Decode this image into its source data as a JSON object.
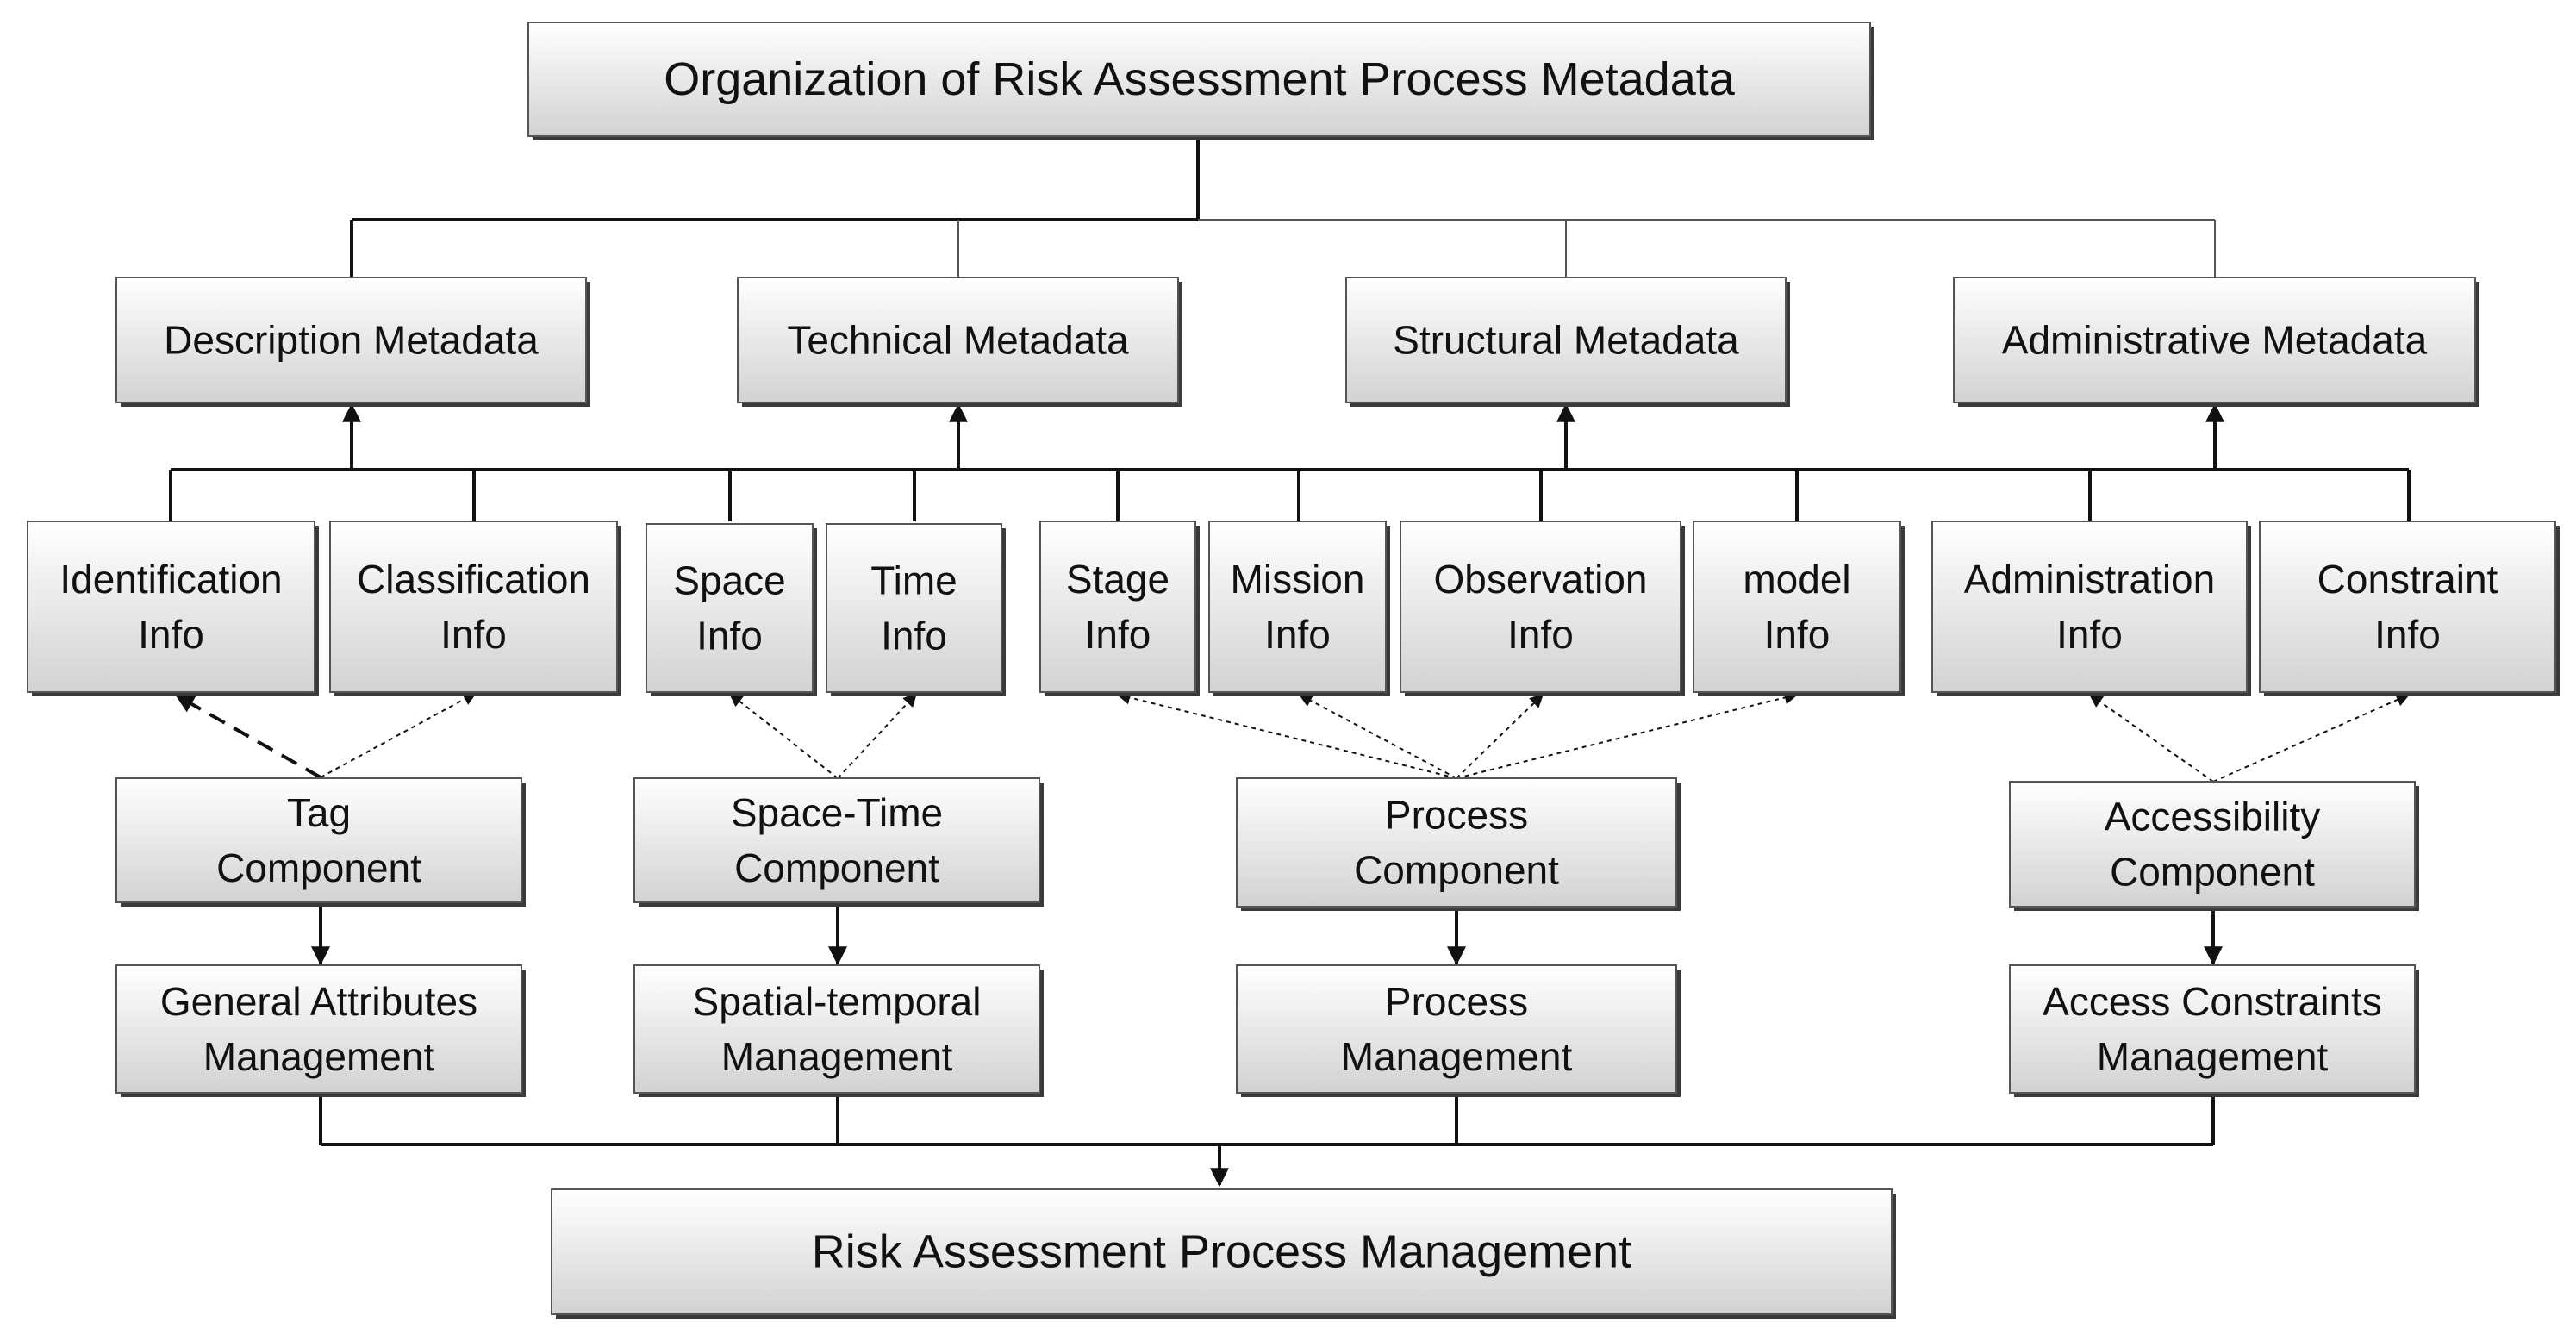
{
  "title": "Organization of Risk Assessment Process Metadata",
  "categories": [
    {
      "id": "description",
      "label": "Description Metadata"
    },
    {
      "id": "technical",
      "label": "Technical Metadata"
    },
    {
      "id": "structural",
      "label": "Structural Metadata"
    },
    {
      "id": "administrative",
      "label": "Administrative Metadata"
    }
  ],
  "info_boxes": [
    {
      "id": "identification",
      "lines": [
        "Identification",
        "Info"
      ]
    },
    {
      "id": "classification",
      "lines": [
        "Classification",
        "Info"
      ]
    },
    {
      "id": "space",
      "lines": [
        "Space",
        "Info"
      ]
    },
    {
      "id": "time",
      "lines": [
        "Time",
        "Info"
      ]
    },
    {
      "id": "stage",
      "lines": [
        "Stage",
        "Info"
      ]
    },
    {
      "id": "mission",
      "lines": [
        "Mission",
        "Info"
      ]
    },
    {
      "id": "observation",
      "lines": [
        "Observation",
        "Info"
      ]
    },
    {
      "id": "model",
      "lines": [
        "model",
        "Info"
      ]
    },
    {
      "id": "administration",
      "lines": [
        "Administration",
        "Info"
      ]
    },
    {
      "id": "constraint",
      "lines": [
        "Constraint",
        "Info"
      ]
    }
  ],
  "components": [
    {
      "id": "tag",
      "lines": [
        "Tag",
        "Component"
      ]
    },
    {
      "id": "space-time",
      "lines": [
        "Space-Time",
        "Component"
      ]
    },
    {
      "id": "process",
      "lines": [
        "Process",
        "Component"
      ]
    },
    {
      "id": "accessibility",
      "lines": [
        "Accessibility",
        "Component"
      ]
    }
  ],
  "managements": [
    {
      "id": "general-attributes",
      "lines": [
        "General Attributes",
        "Management"
      ]
    },
    {
      "id": "spatial-temporal",
      "lines": [
        "Spatial-temporal",
        "Management"
      ]
    },
    {
      "id": "process",
      "lines": [
        "Process",
        "Management"
      ]
    },
    {
      "id": "access-constraints",
      "lines": [
        "Access Constraints",
        "Management"
      ]
    }
  ],
  "bottom": "Risk Assessment Process  Management"
}
